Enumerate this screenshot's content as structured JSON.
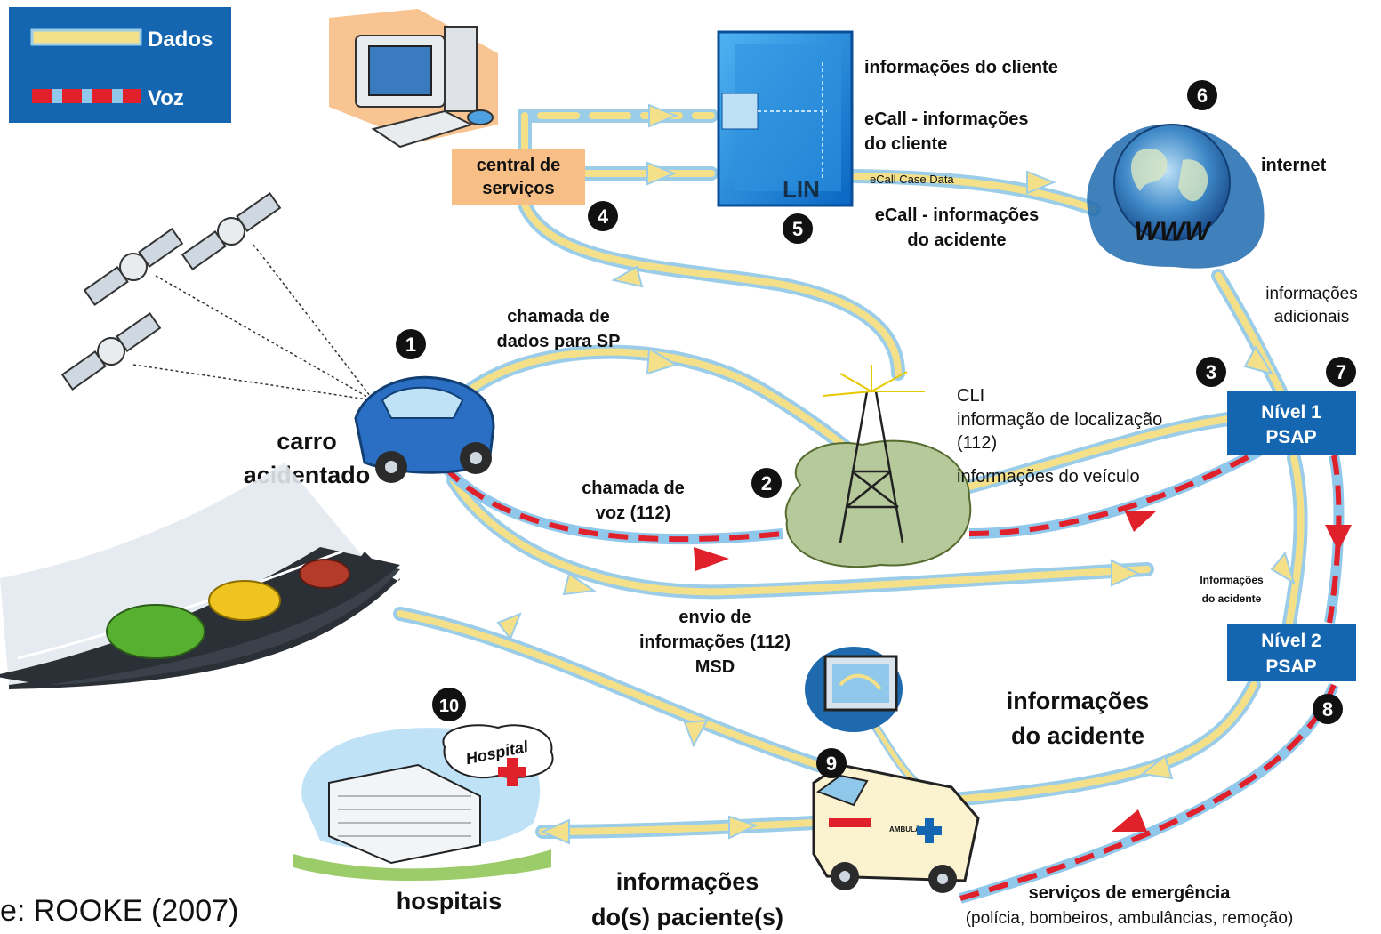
{
  "legend": {
    "data_label": "Dados",
    "voice_label": "Voz"
  },
  "numbers": [
    "1",
    "2",
    "3",
    "4",
    "5",
    "6",
    "7",
    "8",
    "9",
    "10"
  ],
  "labels": {
    "central_line1": "central de",
    "central_line2": "serviços",
    "info_cliente": "informações do cliente",
    "ecall_cliente_line1": "eCall - informações",
    "ecall_cliente_line2": "do cliente",
    "ecall_case_data": "eCall Case Data",
    "ecall_acidente_line1": "eCall - informações",
    "ecall_acidente_line2": "do acidente",
    "internet": "internet",
    "info_adicionais_line1": "informações",
    "info_adicionais_line2": "adicionais",
    "chamada_dados_line1": "chamada de",
    "chamada_dados_line2": "dados para SP",
    "carro_line1": "carro",
    "carro_line2": "acidentado",
    "chamada_voz_line1": "chamada de",
    "chamada_voz_line2": "voz (112)",
    "cli": "CLI",
    "info_localizacao": "informação de localização",
    "n112": "(112)",
    "info_veiculo": "informações do veículo",
    "nivel1_line1": "Nível 1",
    "nivel1_line2": "PSAP",
    "nivel2_line1": "Nível 2",
    "nivel2_line2": "PSAP",
    "info_acidente_small_line1": "Informações",
    "info_acidente_small_line2": "do acidente",
    "envio_line1": "envio de",
    "envio_line2": "informações (112)",
    "envio_line3": "MSD",
    "info_acidente_big_line1": "informações",
    "info_acidente_big_line2": "do acidente",
    "hospital_sign": "Hospital",
    "hospitais": "hospitais",
    "info_pacientes_line1": "informações",
    "info_pacientes_line2": "do(s) paciente(s)",
    "servicos_line1": "serviços de emergência",
    "servicos_line2": "(polícia, bombeiros, ambulâncias, remoção)",
    "fonte": "e: ROOKE (2007)",
    "ambulance_text": "AMBULÂNCIA",
    "tower_lin": "LIN"
  },
  "colors": {
    "data_line": "#f5e08a",
    "data_outline": "#9ccde8",
    "voice_red": "#e0202a",
    "voice_blue": "#8fc8ea",
    "box_blue": "#1466b0",
    "central_orange": "#f7be86"
  }
}
